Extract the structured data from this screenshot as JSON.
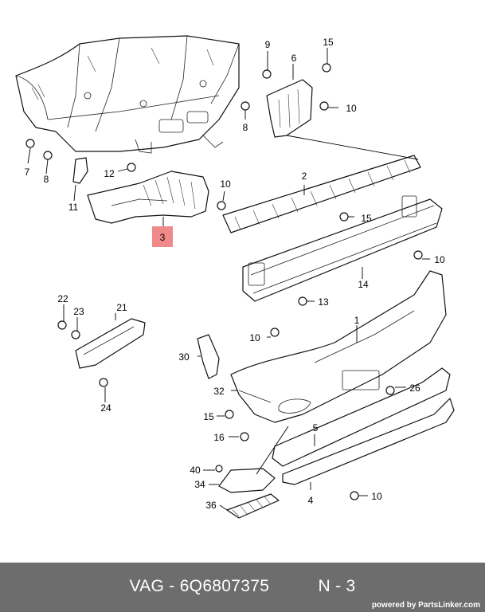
{
  "diagram": {
    "highlight_color": "#f08a8a",
    "callouts": [
      "1",
      "2",
      "3",
      "4",
      "5",
      "6",
      "7",
      "8",
      "8",
      "9",
      "10",
      "10",
      "10",
      "10",
      "10",
      "11",
      "12",
      "13",
      "14",
      "15",
      "15",
      "15",
      "16",
      "21",
      "22",
      "23",
      "24",
      "26",
      "30",
      "32",
      "34",
      "36",
      "40"
    ]
  },
  "footer": {
    "brand": "VAG",
    "separator": " - ",
    "part_number": "6Q6807375",
    "position": "N - 3",
    "credit": "powered by PartsLinker.com",
    "background": "#6d6d6d"
  }
}
